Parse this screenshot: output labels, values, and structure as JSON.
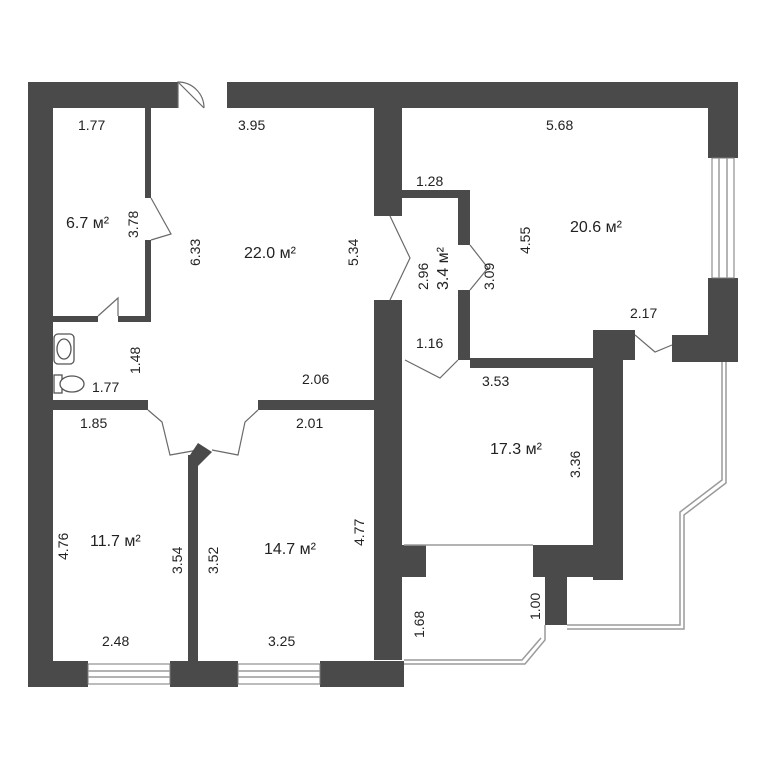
{
  "areas": {
    "bath": "6.7 м²",
    "living": "22.0 м²",
    "hall_small": "3.4 м²",
    "room_ne": "20.6 м²",
    "room_sw": "11.7 м²",
    "room_s": "14.7 м²",
    "kitchen": "17.3 м²"
  },
  "dims": {
    "d1": "1.77",
    "d2": "3.95",
    "d3": "5.68",
    "d4": "3.78",
    "d5": "6.33",
    "d6": "5.34",
    "d7": "1.28",
    "d8": "2.96",
    "d9": "3.09",
    "d10": "4.55",
    "d11": "2.17",
    "d12": "1.16",
    "d13": "1.48",
    "d14": "1.77",
    "d15": "2.06",
    "d16": "3.53",
    "d17": "1.85",
    "d18": "2.01",
    "d19": "3.36",
    "d20": "4.76",
    "d21": "3.54",
    "d22": "3.52",
    "d23": "4.77",
    "d24": "1.68",
    "d25": "1.00",
    "d26": "2.48",
    "d27": "3.25"
  }
}
